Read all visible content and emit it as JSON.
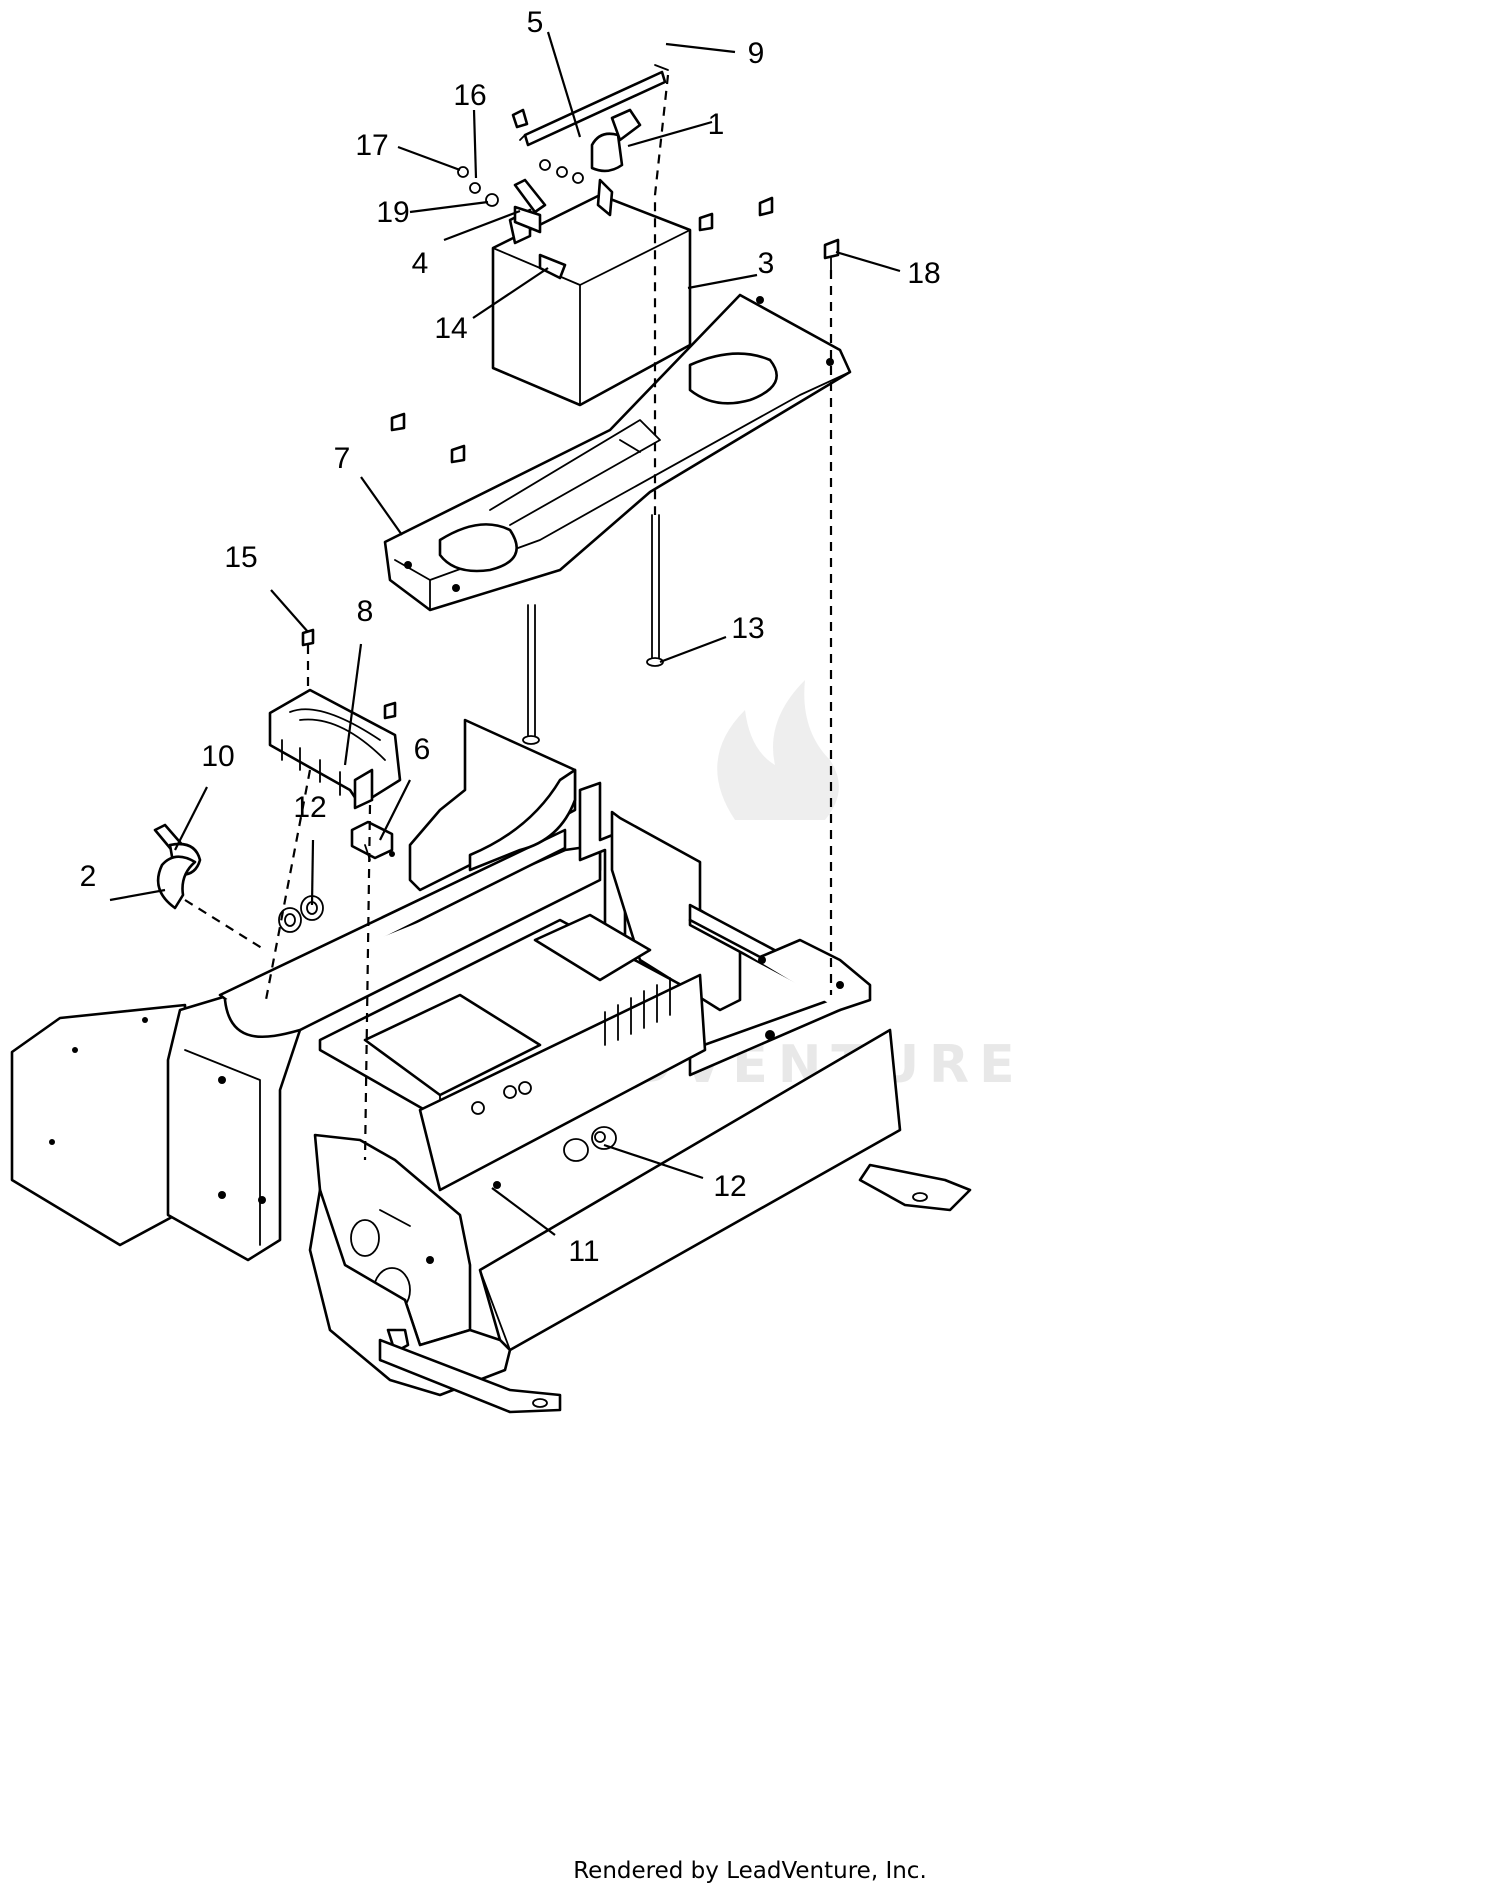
{
  "watermark": "LEADVENTURE",
  "footer": "Rendered by LeadVenture, Inc.",
  "callouts": [
    "1",
    "2",
    "3",
    "4",
    "5",
    "6",
    "7",
    "8",
    "9",
    "10",
    "11",
    "12",
    "12",
    "13",
    "14",
    "15",
    "16",
    "17",
    "18",
    "19"
  ]
}
